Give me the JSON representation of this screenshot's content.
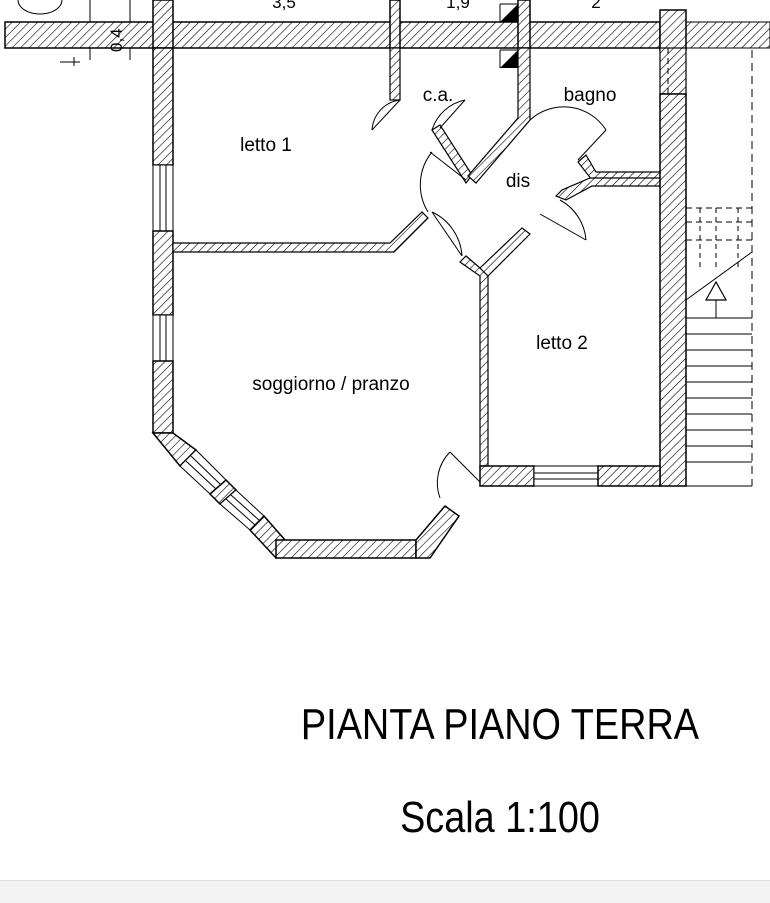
{
  "plan": {
    "rooms": {
      "ca": "c.a.",
      "bagno": "bagno",
      "letto1": "letto 1",
      "dis": "dis",
      "letto2": "letto 2",
      "soggiorno": "soggiorno / pranzo"
    },
    "dimensions": {
      "top_a": "3,5",
      "top_b": "1,9",
      "top_c": "2",
      "left": "0,4"
    }
  },
  "title": "PIANTA PIANO TERRA",
  "scale": "Scala 1:100"
}
